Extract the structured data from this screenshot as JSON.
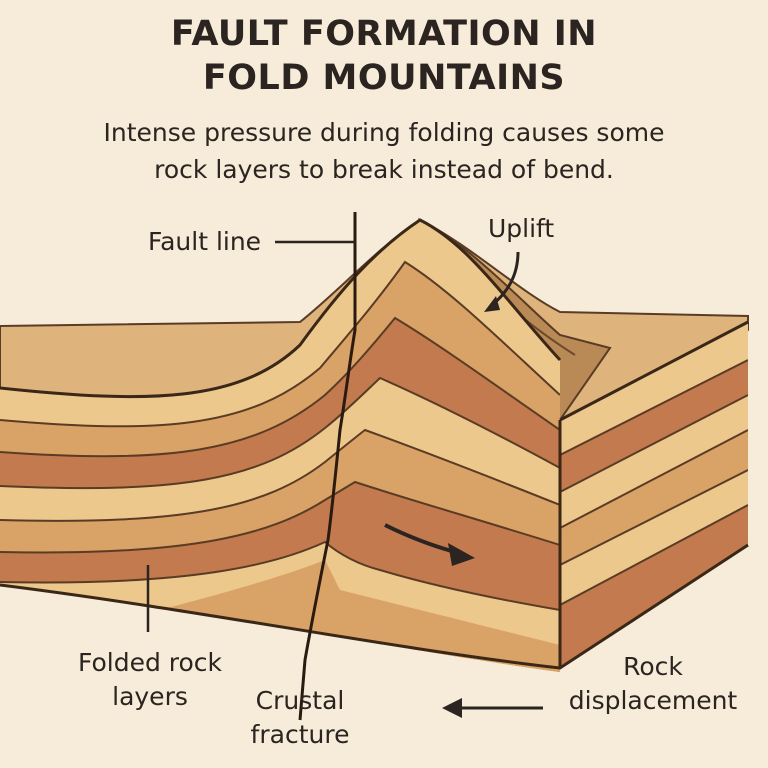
{
  "title": {
    "line1": "FAULT FORMATION IN",
    "line2": "FOLD MOUNTAINS"
  },
  "subtitle": {
    "line1": "Intense pressure during folding causes some",
    "line2": "rock layers to break instead of bend."
  },
  "labels": {
    "fault_line": "Fault line",
    "uplift": "Uplift",
    "folded_rock_layers_1": "Folded rock",
    "folded_rock_layers_2": "layers",
    "crustal_fracture_1": "Crustal",
    "crustal_fracture_2": "fracture",
    "rock_displacement_1": "Rock",
    "rock_displacement_2": "displacement"
  },
  "colors": {
    "background": "#f6ecd9",
    "ink": "#2b2420",
    "light_layer": "#ecc88d",
    "mid_layer": "#d9a266",
    "dark_layer": "#c27a4e",
    "surface": "#deb47c"
  }
}
